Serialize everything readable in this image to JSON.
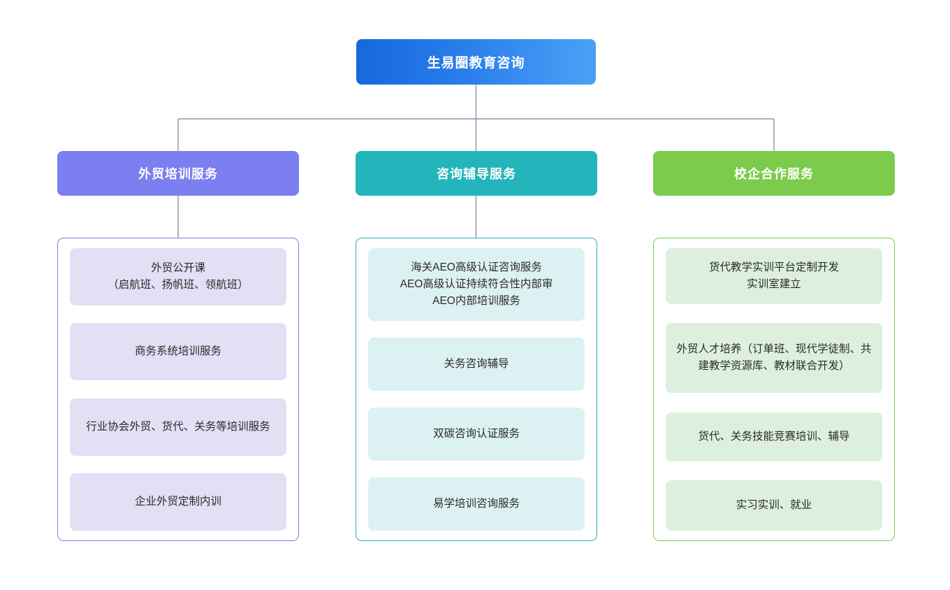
{
  "diagram": {
    "type": "organization-chart",
    "orientation": "top-down",
    "connector_color": "#8c96a8",
    "background_color": "#ffffff",
    "root": {
      "label": "生易圈教育咨询",
      "gradient_from": "#1668dd",
      "gradient_to": "#4aa1f7",
      "text_color": "#ffffff"
    },
    "branches": [
      {
        "header": "外贸培训服务",
        "accent_color": "#7b7ff0",
        "item_bg_color": "#e3dff5",
        "has_connector_to_items": true,
        "items": [
          "外贸公开课\n（启航班、扬帆班、领航班）",
          "商务系统培训服务",
          "行业协会外贸、货代、关务等培训服务",
          "企业外贸定制内训"
        ]
      },
      {
        "header": "咨询辅导服务",
        "accent_color": "#23b5bb",
        "item_bg_color": "#dcf1f2",
        "has_connector_to_items": true,
        "items": [
          "海关AEO高级认证咨询服务\nAEO高级认证持续符合性内部审\nAEO内部培训服务",
          "关务咨询辅导",
          "双碳咨询认证服务",
          "易学培训咨询服务"
        ]
      },
      {
        "header": "校企合作服务",
        "accent_color": "#7ccb4c",
        "item_bg_color": "#ddf0dd",
        "has_connector_to_items": false,
        "items": [
          "货代教学实训平台定制开发\n实训室建立",
          "外贸人才培养（订单班、现代学徒制、共建教学资源库、教材联合开发）",
          "货代、关务技能竞赛培训、辅导",
          "实习实训、就业"
        ]
      }
    ]
  }
}
